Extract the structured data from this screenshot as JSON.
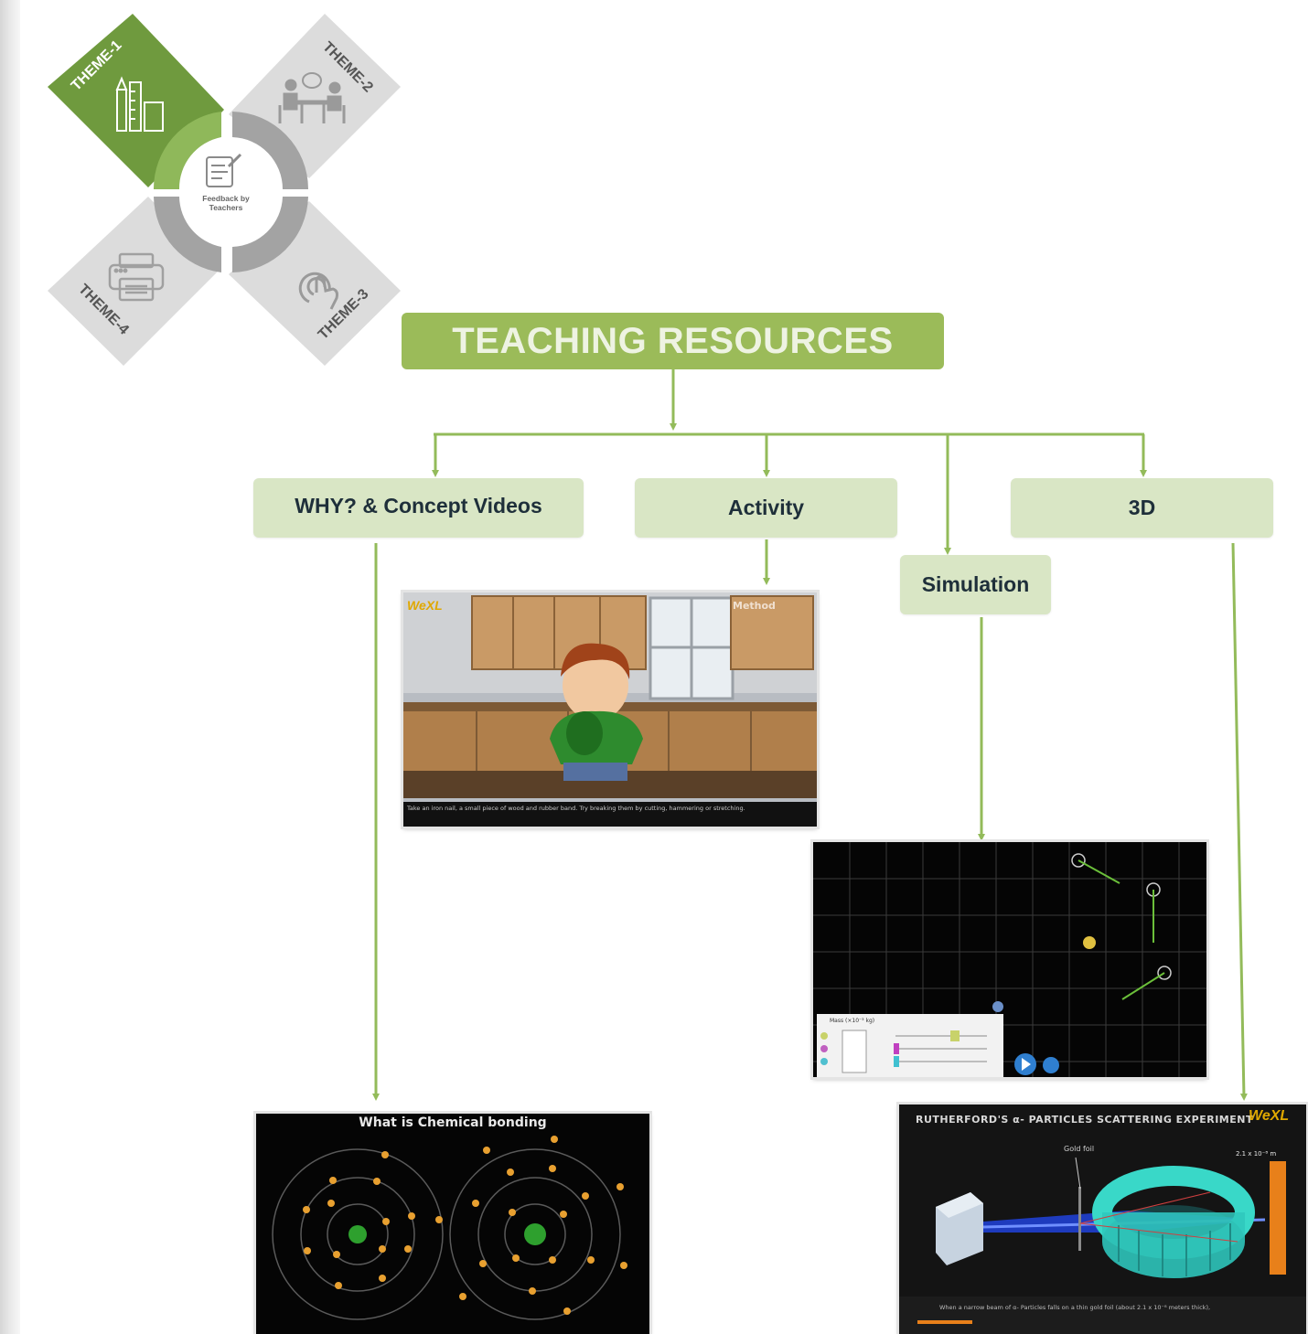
{
  "wheel": {
    "center_label": "Feedback by Teachers",
    "themes": [
      {
        "label": "THEME-1",
        "icon": "ruler-pencil-icon",
        "active": true
      },
      {
        "label": "THEME-2",
        "icon": "teacher-student-icon",
        "active": false
      },
      {
        "label": "THEME-3",
        "icon": "touch-gesture-icon",
        "active": false
      },
      {
        "label": "THEME-4",
        "icon": "printer-icon",
        "active": false
      }
    ],
    "center_icon": "feedback-note-icon"
  },
  "diagram": {
    "title": "TEACHING RESOURCES",
    "categories": [
      {
        "id": "why",
        "label": "WHY? & Concept Videos"
      },
      {
        "id": "activity",
        "label": "Activity"
      },
      {
        "id": "simulation",
        "label": "Simulation"
      },
      {
        "id": "3d",
        "label": "3D"
      }
    ]
  },
  "thumbnails": {
    "activity": {
      "brand": "WeXL",
      "heading": "Method",
      "caption": "Take an iron nail, a small piece of wood and rubber band. Try breaking them by cutting, hammering or stretching."
    },
    "simulation": {
      "panel_heading": "Mass (×10⁻³ kg)"
    },
    "why": {
      "title": "What is Chemical bonding"
    },
    "three_d": {
      "heading": "RUTHERFORD'S α- PARTICLES SCATTERING EXPERIMENT",
      "brand": "WeXL",
      "label_gold_foil": "Gold foil",
      "label_scale": "2.1 x 10⁻⁸ m",
      "caption": "When a narrow beam of α- Particles falls on a thin gold foil (about 2.1 x 10⁻⁸ meters thick),"
    }
  },
  "colors": {
    "accent": "#9bbb59",
    "category_bg": "#d9e6c5",
    "connector": "#93bb5a",
    "wheel_active": "#6f9a3e",
    "wheel_inactive": "#d9d9d9"
  }
}
